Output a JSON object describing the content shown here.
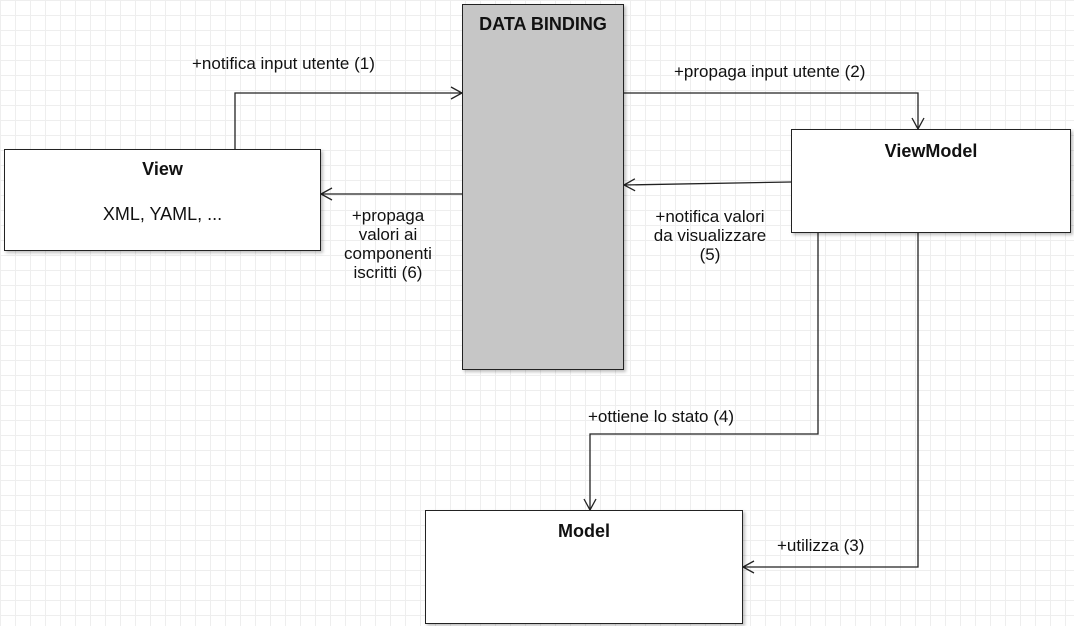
{
  "diagram": {
    "boxes": {
      "view": {
        "title": "View",
        "body": "XML, YAML, ..."
      },
      "viewmodel": {
        "title": "ViewModel"
      },
      "model": {
        "title": "Model"
      },
      "data_binding": {
        "title": "DATA BINDING"
      }
    },
    "arrows": {
      "notify_user_input": {
        "label": "+notifica input utente (1)"
      },
      "propagate_user_input": {
        "label": "+propaga input utente (2)"
      },
      "uses": {
        "label": "+utilizza (3)"
      },
      "gets_state": {
        "label": "+ottiene lo stato (4)"
      },
      "notify_values": {
        "label_lines": [
          "+notifica valori",
          "da visualizzare",
          "(5)"
        ]
      },
      "propagate_values": {
        "label_lines": [
          "+propaga",
          "valori ai",
          "componenti",
          "iscritti (6)"
        ]
      }
    },
    "colors": {
      "line": "#222222",
      "data_binding_fill": "#c6c6c6",
      "box_fill": "#ffffff",
      "grid": "#eeeeee"
    }
  }
}
